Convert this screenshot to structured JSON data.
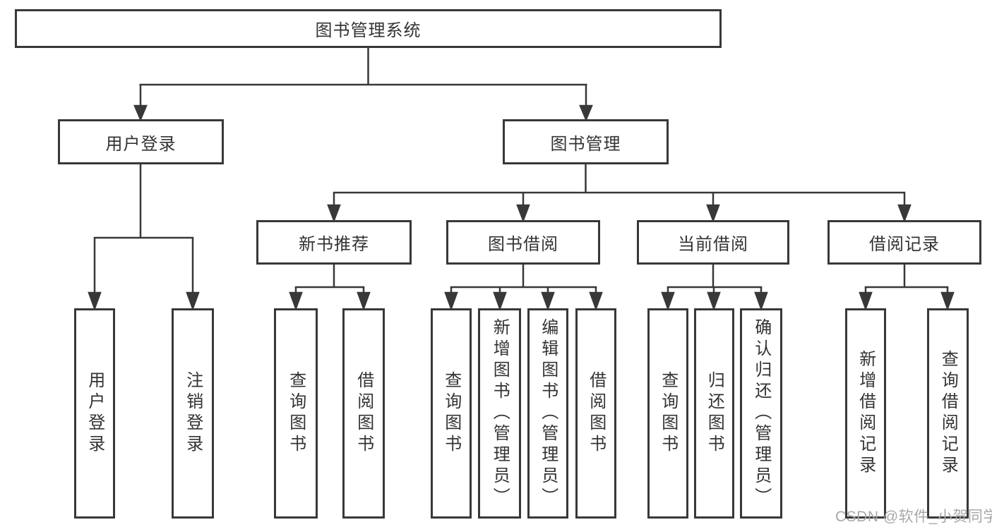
{
  "diagram": {
    "root": {
      "label": "图书管理系统"
    },
    "branches": {
      "user_login": {
        "label": "用户登录",
        "children": [
          {
            "label": "用户登录"
          },
          {
            "label": "注销登录"
          }
        ]
      },
      "book_management": {
        "label": "图书管理",
        "sections": [
          {
            "label": "新书推荐",
            "children": [
              {
                "label": "查询图书"
              },
              {
                "label": "借阅图书"
              }
            ]
          },
          {
            "label": "图书借阅",
            "children": [
              {
                "label": "查询图书"
              },
              {
                "label": "新增图书（管理员）"
              },
              {
                "label": "编辑图书（管理员）"
              },
              {
                "label": "借阅图书"
              }
            ]
          },
          {
            "label": "当前借阅",
            "children": [
              {
                "label": "查询图书"
              },
              {
                "label": "归还图书"
              },
              {
                "label": "确认归还（管理员）"
              }
            ]
          },
          {
            "label": "借阅记录",
            "children": [
              {
                "label": "新增借阅记录"
              },
              {
                "label": "查询借阅记录"
              }
            ]
          }
        ]
      }
    },
    "watermark": "CSDN @软件_小贺同学",
    "colors": {
      "line": "#383838",
      "text": "#333333",
      "watermark": "#a8a8a8",
      "background": "#ffffff"
    }
  }
}
